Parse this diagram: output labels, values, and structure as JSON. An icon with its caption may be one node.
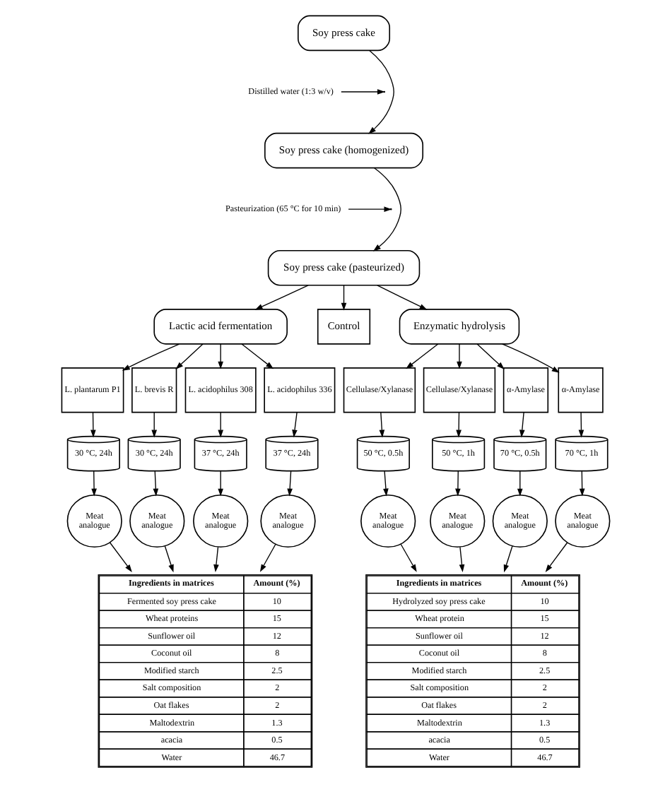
{
  "diagram": {
    "nodes": [
      {
        "text": [
          "Soy press cake"
        ]
      },
      {
        "text": [
          "Distilled water (1:3 w/v)"
        ]
      },
      {
        "text": [
          "Soy press cake (homogenized)"
        ]
      },
      {
        "text": [
          "Pasteurization (65 °C for 10 min)"
        ]
      },
      {
        "text": [
          "Soy press cake (pasteurized)"
        ]
      },
      {
        "text": [
          "Lactic acid fermentation"
        ]
      },
      {
        "text": [
          "Control"
        ]
      },
      {
        "text": [
          "Enzymatic hydrolysis"
        ]
      },
      {
        "text": [
          "L. plantarum P1"
        ]
      },
      {
        "text": [
          "L. brevis R"
        ]
      },
      {
        "text": [
          "L. acidophilus 308"
        ]
      },
      {
        "text": [
          "L. acidophilus 336"
        ]
      },
      {
        "text": [
          "Cellulase/Xylanase"
        ]
      },
      {
        "text": [
          "Cellulase/Xylanase"
        ]
      },
      {
        "text": [
          "α-Amylase"
        ]
      },
      {
        "text": [
          "α-Amylase"
        ]
      },
      {
        "text": [
          "30 °C, 24h"
        ]
      },
      {
        "text": [
          "30 °C, 24h"
        ]
      },
      {
        "text": [
          "37 °C, 24h"
        ]
      },
      {
        "text": [
          "37 °C, 24h"
        ]
      },
      {
        "text": [
          "50 °C, 0.5h"
        ]
      },
      {
        "text": [
          "50 °C, 1h"
        ]
      },
      {
        "text": [
          "70 °C, 0.5h"
        ]
      },
      {
        "text": [
          "70 °C, 1h"
        ]
      },
      {
        "text": [
          "Meat analogue"
        ]
      },
      {
        "text": [
          "Meat analogue"
        ]
      },
      {
        "text": [
          "Meat analogue"
        ]
      },
      {
        "text": [
          "Meat analogue"
        ]
      },
      {
        "text": [
          "Meat analogue"
        ]
      },
      {
        "text": [
          "Meat analogue"
        ]
      },
      {
        "text": [
          "Meat analogue"
        ]
      },
      {
        "text": [
          "Meat analogue"
        ]
      },
      {
        "text": [
          "Ingredients in matrices",
          "Amount (%)",
          "Fermented soy press cake",
          "10",
          "Wheat proteins",
          "15",
          "Sunflower oil",
          "12",
          "Coconut oil",
          "8",
          "Modified starch",
          "2.5",
          "Salt composition",
          "2",
          "Oat flakes",
          "2",
          "Maltodextrin",
          "1.3",
          "acacia",
          "0.5",
          "Water",
          "46.7"
        ]
      },
      {
        "text": [
          "Ingredients in matrices",
          "Amount (%)",
          "Hydrolyzed soy press cake",
          "10",
          "Wheat protein",
          "15",
          "Sunflower oil",
          "12",
          "Coconut oil",
          "8",
          "Modified starch",
          "2.5",
          "Salt composition",
          "2",
          "Oat flakes",
          "2",
          "Maltodextrin",
          "1.3",
          "acacia",
          "0.5",
          "Water",
          "46.7"
        ]
      }
    ],
    "edges": [
      {
        "from": 0,
        "to": 2,
        "arrow": "to"
      },
      {
        "from": 1,
        "to": null,
        "arrow": "to"
      },
      {
        "from": 2,
        "to": 4,
        "arrow": "to"
      },
      {
        "from": 3,
        "to": null,
        "arrow": "to"
      },
      {
        "from": 4,
        "to": 5,
        "arrow": "to"
      },
      {
        "from": 4,
        "to": 6,
        "arrow": "to"
      },
      {
        "from": 4,
        "to": 7,
        "arrow": "to"
      },
      {
        "from": 5,
        "to": 8,
        "arrow": "to"
      },
      {
        "from": 5,
        "to": 9,
        "arrow": "to"
      },
      {
        "from": 5,
        "to": 10,
        "arrow": "to"
      },
      {
        "from": 5,
        "to": 11,
        "arrow": "to"
      },
      {
        "from": 7,
        "to": 12,
        "arrow": "to"
      },
      {
        "from": 7,
        "to": 13,
        "arrow": "to"
      },
      {
        "from": 7,
        "to": 14,
        "arrow": "to"
      },
      {
        "from": 7,
        "to": 15,
        "arrow": "to"
      },
      {
        "from": 8,
        "to": 16,
        "arrow": "to"
      },
      {
        "from": 9,
        "to": 17,
        "arrow": "to"
      },
      {
        "from": 10,
        "to": 18,
        "arrow": "to"
      },
      {
        "from": 11,
        "to": 19,
        "arrow": "to"
      },
      {
        "from": 12,
        "to": 20,
        "arrow": "to"
      },
      {
        "from": 13,
        "to": 21,
        "arrow": "to"
      },
      {
        "from": 14,
        "to": 22,
        "arrow": "to"
      },
      {
        "from": 15,
        "to": 23,
        "arrow": "to"
      },
      {
        "from": 16,
        "to": 24,
        "arrow": "to"
      },
      {
        "from": 17,
        "to": 25,
        "arrow": "to"
      },
      {
        "from": 18,
        "to": 26,
        "arrow": "to"
      },
      {
        "from": 19,
        "to": 27,
        "arrow": "to"
      },
      {
        "from": 20,
        "to": 28,
        "arrow": "to"
      },
      {
        "from": 21,
        "to": 29,
        "arrow": "to"
      },
      {
        "from": 22,
        "to": 30,
        "arrow": "to"
      },
      {
        "from": 23,
        "to": 31,
        "arrow": "to"
      },
      {
        "from": 24,
        "to": 32,
        "arrow": "to"
      },
      {
        "from": 25,
        "to": 32,
        "arrow": "to"
      },
      {
        "from": 26,
        "to": 32,
        "arrow": "to"
      },
      {
        "from": 27,
        "to": 32,
        "arrow": "to"
      },
      {
        "from": 28,
        "to": 33,
        "arrow": "to"
      },
      {
        "from": 29,
        "to": 33,
        "arrow": "to"
      },
      {
        "from": 30,
        "to": 33,
        "arrow": "to"
      },
      {
        "from": 31,
        "to": 33,
        "arrow": "to"
      }
    ]
  }
}
